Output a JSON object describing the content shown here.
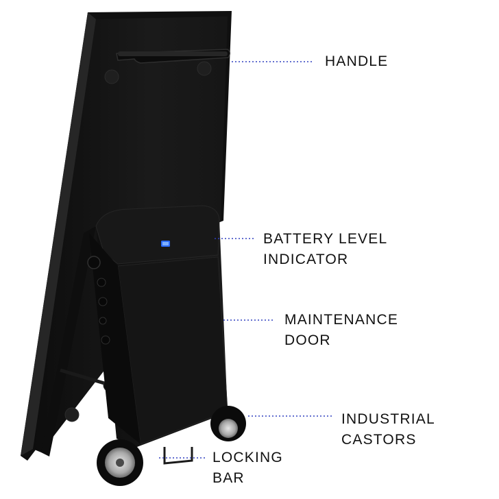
{
  "colors": {
    "body": "#141414",
    "edge": "#2a2a2a",
    "screen": "#1c1c1c",
    "leader": "#2f3fbf",
    "indicator": "#2a6bff",
    "wheel_rim": "#bdbdbd",
    "label_text": "#111111"
  },
  "labels": {
    "handle": [
      "HANDLE"
    ],
    "battery": [
      "BATTERY LEVEL",
      "INDICATOR"
    ],
    "door": [
      "MAINTENANCE",
      "DOOR"
    ],
    "castors": [
      "INDUSTRIAL",
      "CASTORS"
    ],
    "locking_bar": [
      "LOCKING",
      "BAR"
    ]
  }
}
